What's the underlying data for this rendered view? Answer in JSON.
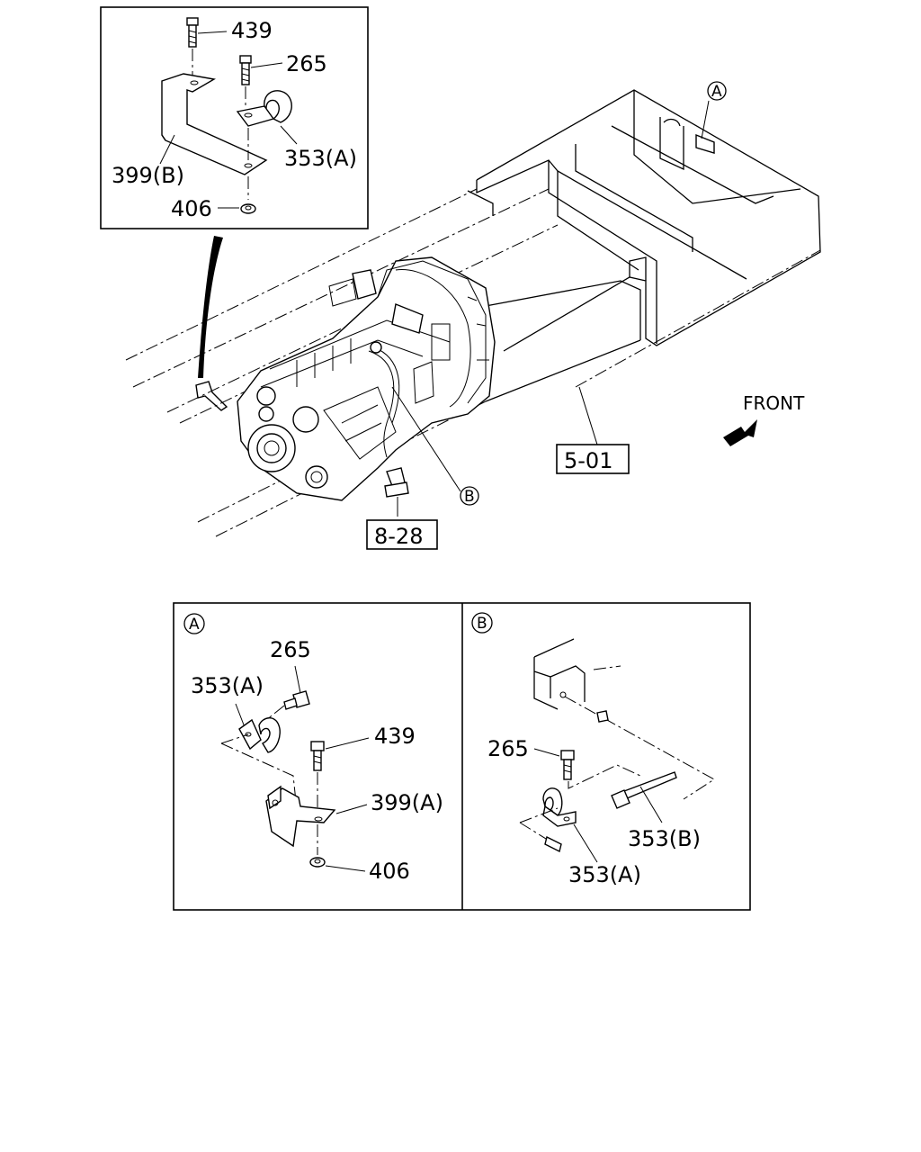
{
  "labels": {
    "top_439": "439",
    "top_265": "265",
    "top_353a": "353(A)",
    "top_399b": "399(B)",
    "top_406": "406",
    "ref_5_01": "5-01",
    "ref_8_28": "8-28",
    "front": "FRONT",
    "a_265": "265",
    "a_353a": "353(A)",
    "a_439": "439",
    "a_399a": "399(A)",
    "a_406": "406",
    "b_265": "265",
    "b_353b": "353(B)",
    "b_353a": "353(A)"
  },
  "callouts": {
    "a": "A",
    "b": "B"
  }
}
